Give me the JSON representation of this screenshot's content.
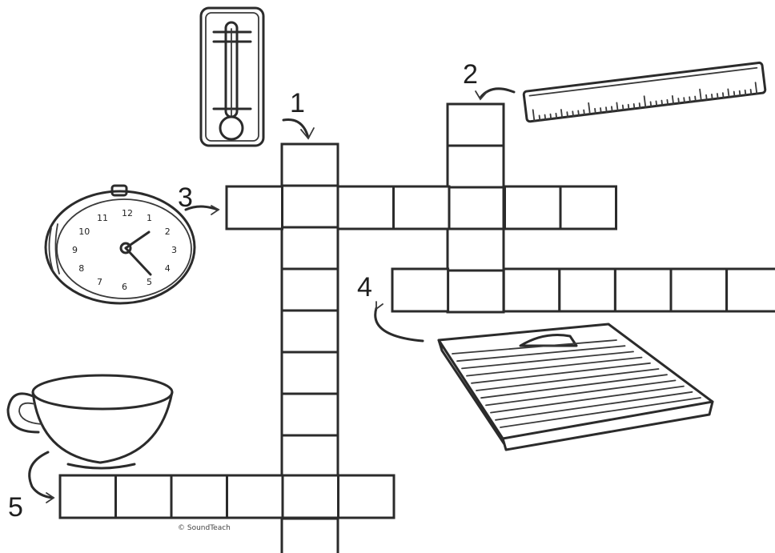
{
  "puzzle": {
    "clues": [
      {
        "number": "1",
        "direction": "down",
        "length": 10,
        "picture": "thermometer-icon"
      },
      {
        "number": "2",
        "direction": "down",
        "length": 5,
        "picture": "ruler-icon"
      },
      {
        "number": "3",
        "direction": "across",
        "length": 7,
        "picture": "stopwatch-icon"
      },
      {
        "number": "4",
        "direction": "across",
        "length": 7,
        "picture": "bathroom-scale-icon"
      },
      {
        "number": "5",
        "direction": "across",
        "length": 6,
        "picture": "measuring-cup-icon"
      }
    ],
    "clock_numbers": [
      "12",
      "1",
      "2",
      "3",
      "4",
      "5",
      "6",
      "7",
      "8",
      "9",
      "10",
      "11"
    ],
    "credit": "© SoundTeach"
  }
}
